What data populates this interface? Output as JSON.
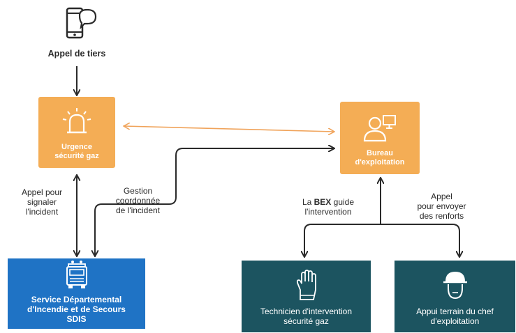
{
  "caller": {
    "label": "Appel de tiers",
    "icon": "phone-chat-icon"
  },
  "nodes": {
    "urgence": {
      "line1": "Urgence",
      "line2": "sécurité gaz",
      "icon": "alarm-light-icon",
      "color": "#f4ad55"
    },
    "bureau": {
      "line1": "Bureau",
      "line2": "d'exploitation",
      "icon": "operator-screen-icon",
      "color": "#f4ad55"
    },
    "sdis": {
      "line1": "Service Départemental",
      "line2": "d'Incendie et de Secours",
      "line3": "SDIS",
      "icon": "fire-truck-icon",
      "color": "#1f73c5"
    },
    "technicien": {
      "line1": "Technicien d'intervention",
      "line2": "sécurité gaz",
      "icon": "glove-icon",
      "color": "#1c5460"
    },
    "appui": {
      "line1": "Appui terrain du chef",
      "line2": "d'exploitation",
      "icon": "helmet-icon",
      "color": "#1c5460"
    }
  },
  "edges": {
    "signal": {
      "line1": "Appel pour",
      "line2": "signaler",
      "line3": "l'incident"
    },
    "gestion": {
      "line1": "Gestion",
      "line2": "coordonnée",
      "line3": "de l'incident"
    },
    "guide": {
      "prefix": "La ",
      "bold": "BEX",
      "suffix": " guide",
      "line2": "l'intervention"
    },
    "renforts": {
      "line1": "Appel",
      "line2": "pour envoyer",
      "line3": "des renforts"
    }
  },
  "colors": {
    "line": "#2a2a2a",
    "link": "#f0a35a"
  }
}
